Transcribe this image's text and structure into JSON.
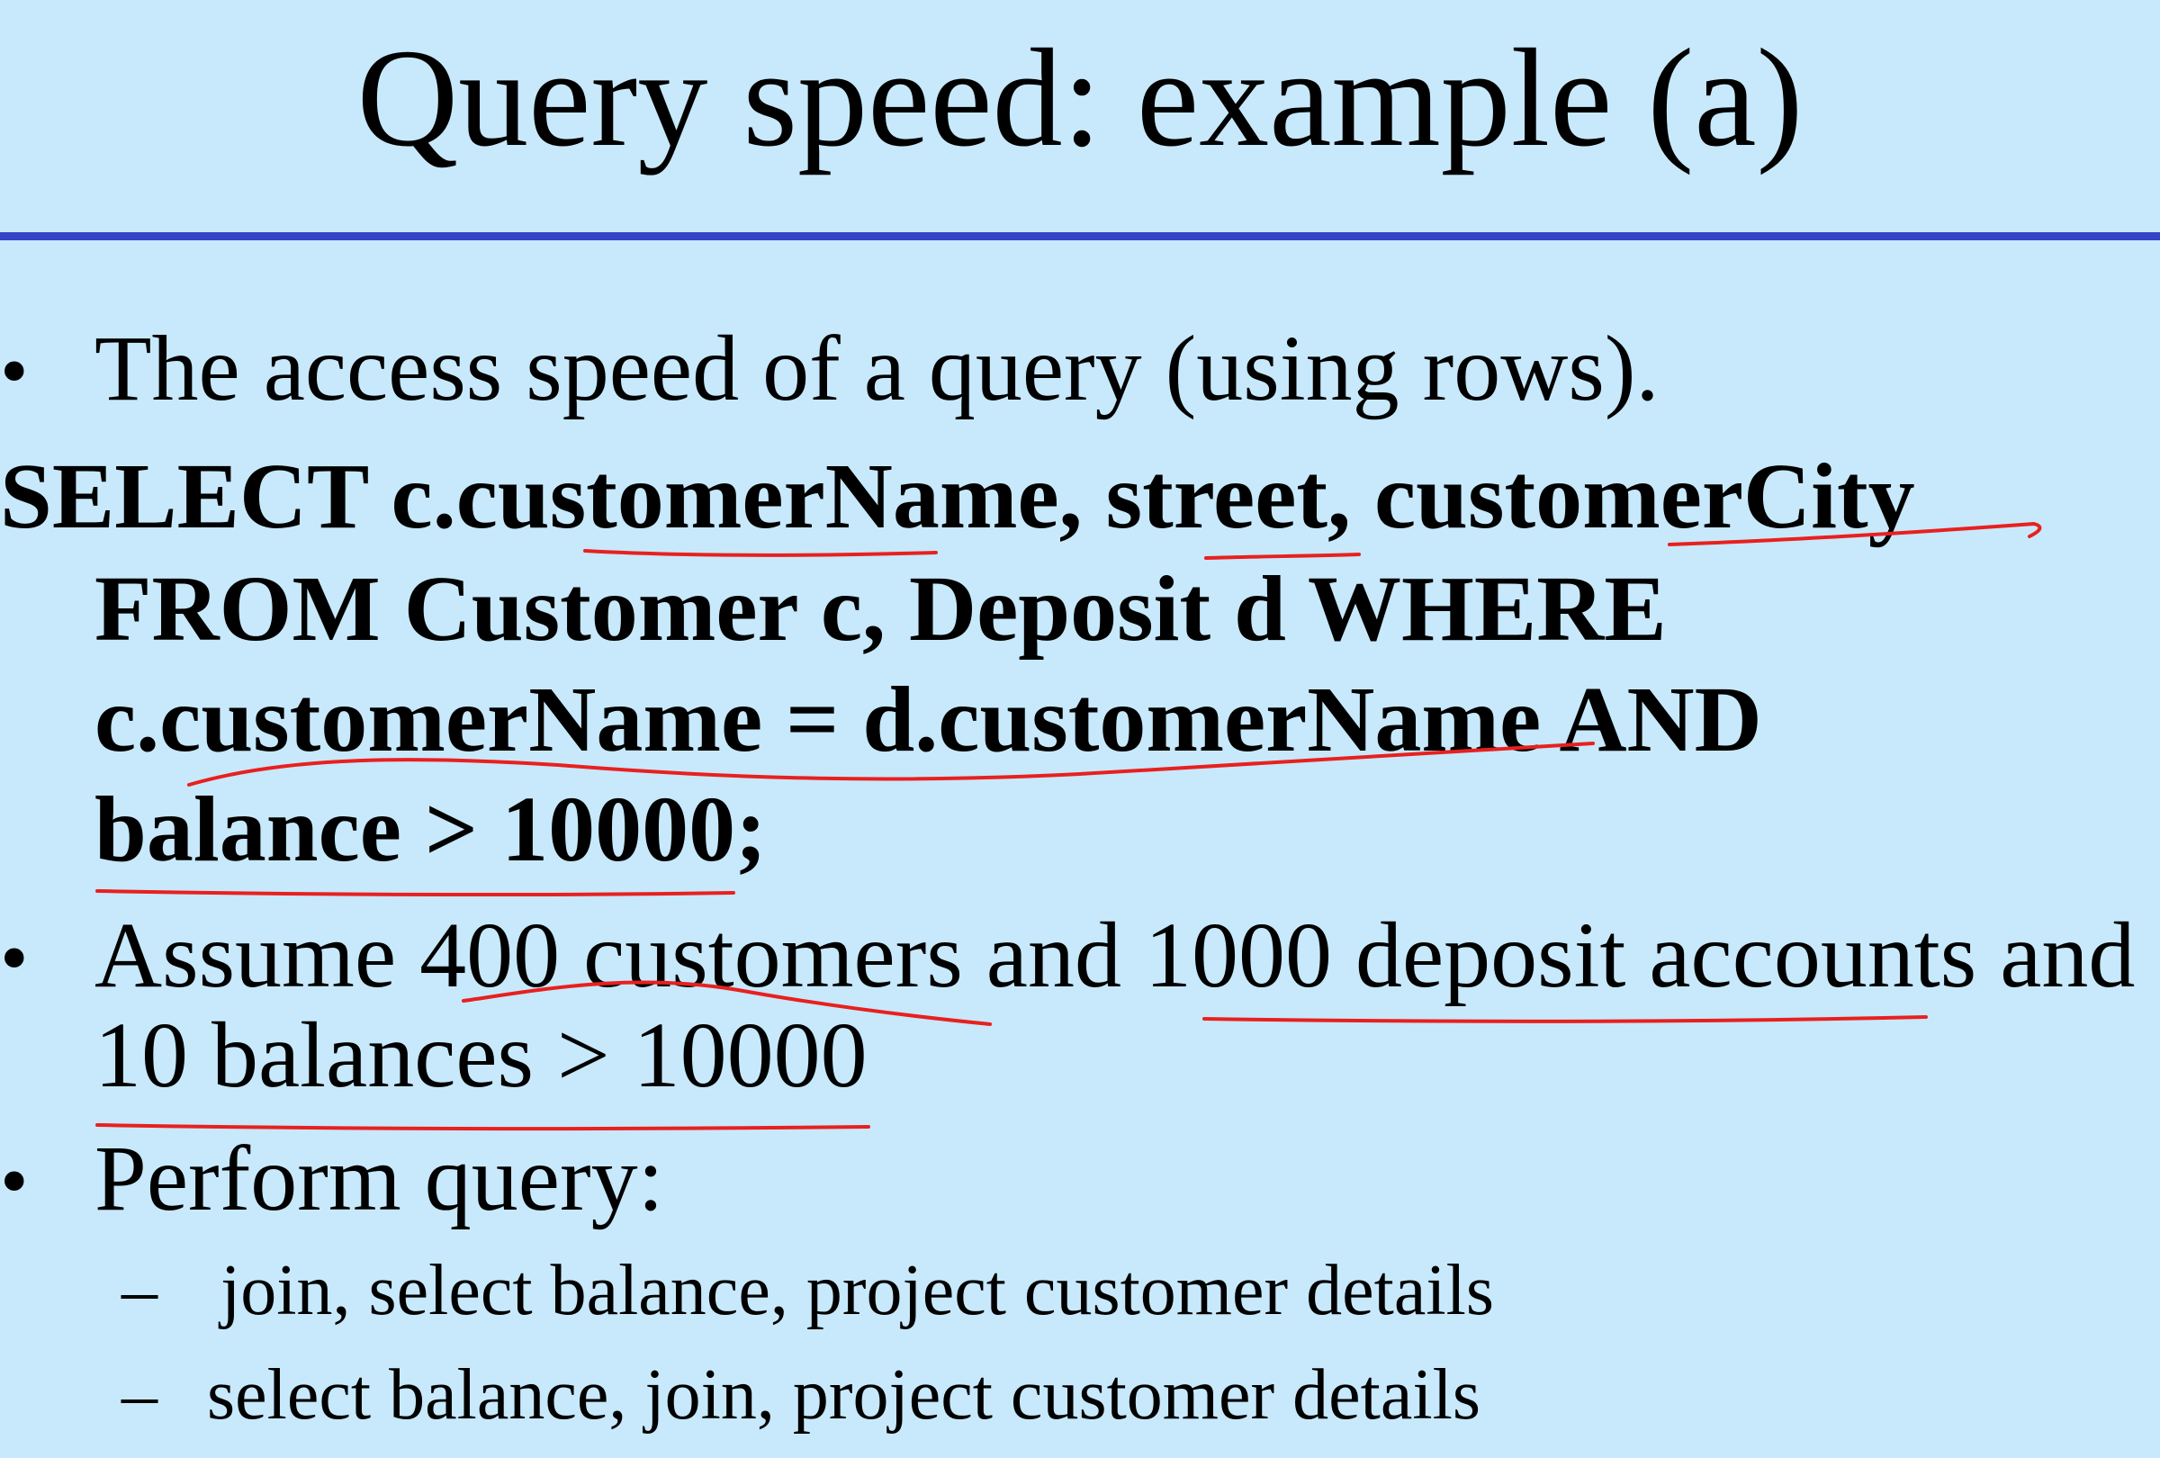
{
  "slide": {
    "title": "Query speed: example (a)",
    "accent_color": "#3344c6",
    "background_color": "#c7e9fb",
    "annotation_color": "#e8201f"
  },
  "content": {
    "bullet1": "The access speed of a query (using rows).",
    "sql_lines": [
      "SELECT c.customerName, street, customerCity",
      "FROM Customer c, Deposit d WHERE",
      "c.customerName = d.customerName AND",
      "balance > 10000;"
    ],
    "bullet2_line1": "Assume 400 customers and 1000 deposit accounts and",
    "bullet2_line2": "10 balances > 10000",
    "bullet3": "Perform query:",
    "sub_items": [
      "join, select balance, project customer details",
      "select balance, join, project customer details"
    ],
    "bullet_symbol": "•",
    "dash_symbol": "–"
  }
}
